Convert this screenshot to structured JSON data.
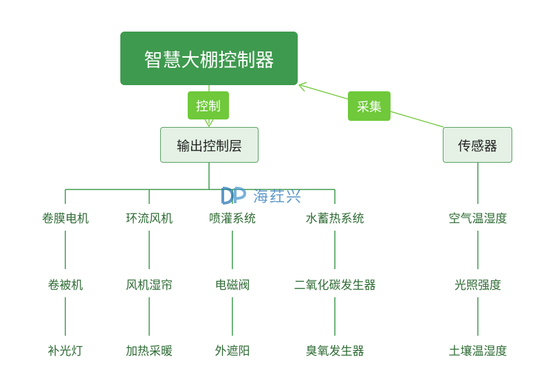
{
  "root": {
    "label": "智慧大棚控制器"
  },
  "links": {
    "control": "控制",
    "collect": "采集"
  },
  "output_layer": {
    "label": "输出控制层"
  },
  "sensor": {
    "label": "传感器"
  },
  "columns": [
    {
      "items": [
        "卷膜电机",
        "卷被机",
        "补光灯"
      ]
    },
    {
      "items": [
        "环流风机",
        "风机湿帘",
        "加热采暖"
      ]
    },
    {
      "items": [
        "喷灌系统",
        "电磁阀",
        "外遮阳"
      ]
    },
    {
      "items": [
        "水蓄热系统",
        "二氧化碳发生器",
        "臭氧发生器"
      ]
    },
    {
      "items": [
        "空气温湿度",
        "光照强度",
        "土壤温湿度"
      ]
    }
  ],
  "logo": {
    "text": "海荭兴"
  },
  "colors": {
    "root": "#3e9a4e",
    "tag": "#6fc93a",
    "line": "#3e9a4e",
    "arrow": "#7ccc4a",
    "box_fill": "#e4f1e4",
    "text": "#2e6b34"
  }
}
